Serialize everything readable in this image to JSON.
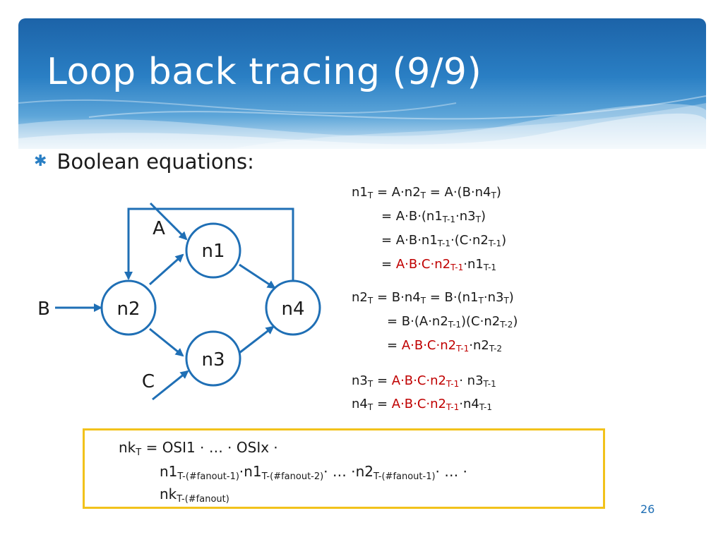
{
  "slide": {
    "title": "Loop back tracing (9/9)",
    "bullet": "Boolean equations:",
    "page_number": "26"
  },
  "diagram": {
    "nodes": [
      "n1",
      "n2",
      "n3",
      "n4"
    ],
    "inputs": [
      "A",
      "B",
      "C"
    ]
  },
  "equations": {
    "n1": {
      "lhs": "n1",
      "sub": "T"
    },
    "n2": {
      "lhs": "n2",
      "sub": "T"
    },
    "n3": {
      "lhs": "n3",
      "sub": "T"
    },
    "n4": {
      "lhs": "n4",
      "sub": "T"
    }
  },
  "formula": {
    "lhs": "nk",
    "sub": "T",
    "line1": "= OSI1 ⋅ … ⋅ OSIx ⋅",
    "line2_a": "n1",
    "line2_a_sub": "T-(#fanout-1)",
    "line2_b": "⋅n1",
    "line2_b_sub": "T-(#fanout-2)",
    "line2_c": "⋅ … ⋅n2",
    "line2_c_sub": "T-(#fanout-1)",
    "line2_d": "⋅ … ⋅",
    "line3": "nk",
    "line3_sub": "T-(#fanout)"
  },
  "colors": {
    "accent": "#2a7fc4",
    "highlight": "#c00000",
    "box_border": "#f2c21b",
    "node_stroke": "#1f6fb5"
  }
}
